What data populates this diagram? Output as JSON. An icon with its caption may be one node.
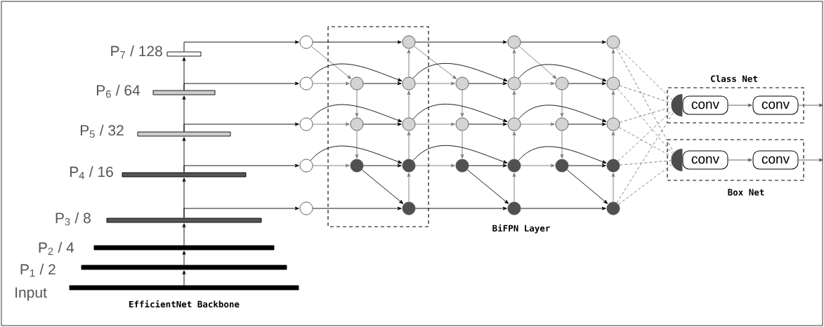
{
  "diagram": {
    "nodes": [
      {
        "text": [],
        "shape": "bar",
        "beside": [
          "Input"
        ]
      },
      {
        "text": [],
        "shape": "bar",
        "beside": [
          "P$_{1}$ / 2"
        ]
      },
      {
        "text": [],
        "shape": "bar",
        "beside": [
          "P$_{2}$ / 4"
        ]
      },
      {
        "text": [],
        "shape": "bar",
        "beside": [
          "P$_{3}$ / 8"
        ]
      },
      {
        "text": [],
        "shape": "bar",
        "beside": [
          "P$_{4}$ / 16"
        ]
      },
      {
        "text": [],
        "shape": "bar",
        "beside": [
          "P$_{5}$ / 32"
        ]
      },
      {
        "text": [],
        "shape": "bar",
        "beside": [
          "P$_{6}$ / 64"
        ]
      },
      {
        "text": [],
        "shape": "bar",
        "beside": [
          "P$_{7}$ / 128"
        ]
      },
      {
        "text": [],
        "shape": "circle"
      },
      {
        "text": [],
        "shape": "circle"
      },
      {
        "text": [],
        "shape": "circle"
      },
      {
        "text": [],
        "shape": "circle"
      },
      {
        "text": [],
        "shape": "circle"
      },
      {
        "text": [],
        "shape": "circle"
      },
      {
        "text": [],
        "shape": "circle"
      },
      {
        "text": [],
        "shape": "circle"
      },
      {
        "text": [],
        "shape": "circle"
      },
      {
        "text": [],
        "shape": "circle"
      },
      {
        "text": [],
        "shape": "circle"
      },
      {
        "text": [],
        "shape": "circle"
      },
      {
        "text": [],
        "shape": "circle"
      },
      {
        "text": [],
        "shape": "circle"
      },
      {
        "text": [],
        "shape": "circle"
      },
      {
        "text": [],
        "shape": "circle"
      },
      {
        "text": [],
        "shape": "circle"
      },
      {
        "text": [],
        "shape": "circle"
      },
      {
        "text": [],
        "shape": "circle"
      },
      {
        "text": [],
        "shape": "circle"
      },
      {
        "text": [],
        "shape": "circle"
      },
      {
        "text": [],
        "shape": "circle"
      },
      {
        "text": [],
        "shape": "circle"
      },
      {
        "text": [],
        "shape": "circle"
      },
      {
        "text": [],
        "shape": "circle"
      },
      {
        "text": [],
        "shape": "circle"
      },
      {
        "text": [],
        "shape": "circle"
      },
      {
        "text": [],
        "shape": "circle"
      },
      {
        "text": [],
        "shape": "circle"
      },
      {
        "text": [
          "Class Net"
        ]
      },
      {
        "text": [],
        "shape": "semicircle",
        "in": 37
      },
      {
        "text": [
          "conv"
        ],
        "in": 37
      },
      {
        "text": [
          "conv"
        ],
        "in": 37
      },
      {
        "text": [
          "Box Net"
        ]
      },
      {
        "text": [],
        "shape": "semicircle",
        "in": 41
      },
      {
        "text": [
          "conv"
        ],
        "in": 41
      },
      {
        "text": [
          "conv"
        ],
        "in": 41
      }
    ],
    "edges": [
      {
        "from": 0,
        "to": 1,
        "arrow": "to",
        "color": "#000000"
      },
      {
        "from": 1,
        "to": 2,
        "arrow": "to",
        "color": "#000000"
      },
      {
        "from": 2,
        "to": 3,
        "arrow": "to",
        "color": "#000000"
      },
      {
        "from": 3,
        "to": 4,
        "arrow": "to",
        "color": "#000000"
      },
      {
        "from": 4,
        "to": 5,
        "arrow": "to",
        "color": "#000000"
      },
      {
        "from": 5,
        "to": 6,
        "arrow": "to",
        "color": "#000000"
      },
      {
        "from": 6,
        "to": 7,
        "arrow": "to",
        "color": "#000000"
      },
      {
        "from": 7,
        "to": 8,
        "arrow": "to",
        "color": "#000000"
      },
      {
        "from": 6,
        "to": 9,
        "arrow": "to",
        "color": "#000000"
      },
      {
        "from": 5,
        "to": 10,
        "arrow": "to",
        "color": "#000000"
      },
      {
        "from": 4,
        "to": 11,
        "arrow": "to",
        "color": "#000000"
      },
      {
        "from": 3,
        "to": 12,
        "arrow": "to",
        "color": "#000000"
      },
      {
        "from": 8,
        "to": 13,
        "arrow": "to",
        "color": "#777777"
      },
      {
        "from": 9,
        "to": 13,
        "arrow": "to",
        "color": "#777777"
      },
      {
        "from": 10,
        "to": 14,
        "arrow": "to",
        "color": "#777777"
      },
      {
        "from": 11,
        "to": 15,
        "arrow": "to",
        "color": "#777777"
      },
      {
        "from": 13,
        "to": 14,
        "arrow": "to",
        "color": "#777777"
      },
      {
        "from": 14,
        "to": 15,
        "arrow": "to",
        "color": "#777777"
      },
      {
        "from": 20,
        "to": 19,
        "arrow": "to",
        "color": "#777777"
      },
      {
        "from": 19,
        "to": 18,
        "arrow": "to",
        "color": "#777777"
      },
      {
        "from": 18,
        "to": 17,
        "arrow": "to",
        "color": "#777777"
      },
      {
        "from": 17,
        "to": 16,
        "arrow": "to",
        "color": "#777777"
      },
      {
        "from": 8,
        "to": 16,
        "arrow": "to",
        "color": "#000000"
      },
      {
        "from": 13,
        "to": 17,
        "arrow": "to",
        "color": "#000000"
      },
      {
        "from": 14,
        "to": 18,
        "arrow": "to",
        "color": "#000000"
      },
      {
        "from": 15,
        "to": 19,
        "arrow": "to",
        "color": "#000000"
      },
      {
        "from": 15,
        "to": 20,
        "arrow": "to",
        "color": "#000000"
      },
      {
        "from": 12,
        "to": 20,
        "arrow": "to",
        "color": "#000000"
      },
      {
        "from": 9,
        "to": 17,
        "arrow": "to",
        "color": "#000000"
      },
      {
        "from": 10,
        "to": 18,
        "arrow": "to",
        "color": "#000000"
      },
      {
        "from": 11,
        "to": 19,
        "arrow": "to",
        "color": "#000000"
      },
      {
        "from": 16,
        "to": 21,
        "arrow": "to",
        "color": "#777777"
      },
      {
        "from": 17,
        "to": 21,
        "arrow": "to",
        "color": "#777777"
      },
      {
        "from": 18,
        "to": 22,
        "arrow": "to",
        "color": "#777777"
      },
      {
        "from": 19,
        "to": 23,
        "arrow": "to",
        "color": "#777777"
      },
      {
        "from": 21,
        "to": 22,
        "arrow": "to",
        "color": "#777777"
      },
      {
        "from": 22,
        "to": 23,
        "arrow": "to",
        "color": "#777777"
      },
      {
        "from": 28,
        "to": 27,
        "arrow": "to",
        "color": "#777777"
      },
      {
        "from": 27,
        "to": 26,
        "arrow": "to",
        "color": "#777777"
      },
      {
        "from": 26,
        "to": 25,
        "arrow": "to",
        "color": "#777777"
      },
      {
        "from": 25,
        "to": 24,
        "arrow": "to",
        "color": "#777777"
      },
      {
        "from": 16,
        "to": 24,
        "arrow": "to",
        "color": "#000000"
      },
      {
        "from": 21,
        "to": 25,
        "arrow": "to",
        "color": "#000000"
      },
      {
        "from": 22,
        "to": 26,
        "arrow": "to",
        "color": "#000000"
      },
      {
        "from": 23,
        "to": 27,
        "arrow": "to",
        "color": "#000000"
      },
      {
        "from": 23,
        "to": 28,
        "arrow": "to",
        "color": "#000000"
      },
      {
        "from": 20,
        "to": 28,
        "arrow": "to",
        "color": "#000000"
      },
      {
        "from": 17,
        "to": 25,
        "arrow": "to",
        "color": "#000000"
      },
      {
        "from": 18,
        "to": 26,
        "arrow": "to",
        "color": "#000000"
      },
      {
        "from": 19,
        "to": 27,
        "arrow": "to",
        "color": "#000000"
      },
      {
        "from": 24,
        "to": 29,
        "arrow": "to",
        "color": "#777777"
      },
      {
        "from": 25,
        "to": 29,
        "arrow": "to",
        "color": "#777777"
      },
      {
        "from": 26,
        "to": 30,
        "arrow": "to",
        "color": "#777777"
      },
      {
        "from": 27,
        "to": 31,
        "arrow": "to",
        "color": "#777777"
      },
      {
        "from": 29,
        "to": 30,
        "arrow": "to",
        "color": "#777777"
      },
      {
        "from": 30,
        "to": 31,
        "arrow": "to",
        "color": "#777777"
      },
      {
        "from": 36,
        "to": 35,
        "arrow": "to",
        "color": "#777777"
      },
      {
        "from": 35,
        "to": 34,
        "arrow": "to",
        "color": "#777777"
      },
      {
        "from": 34,
        "to": 33,
        "arrow": "to",
        "color": "#777777"
      },
      {
        "from": 33,
        "to": 32,
        "arrow": "to",
        "color": "#777777"
      },
      {
        "from": 24,
        "to": 32,
        "arrow": "to",
        "color": "#000000"
      },
      {
        "from": 29,
        "to": 33,
        "arrow": "to",
        "color": "#000000"
      },
      {
        "from": 30,
        "to": 34,
        "arrow": "to",
        "color": "#000000"
      },
      {
        "from": 31,
        "to": 35,
        "arrow": "to",
        "color": "#000000"
      },
      {
        "from": 31,
        "to": 36,
        "arrow": "to",
        "color": "#000000"
      },
      {
        "from": 28,
        "to": 36,
        "arrow": "to",
        "color": "#000000"
      },
      {
        "from": 25,
        "to": 33,
        "arrow": "to",
        "color": "#000000"
      },
      {
        "from": 26,
        "to": 34,
        "arrow": "to",
        "color": "#000000"
      },
      {
        "from": 27,
        "to": 35,
        "arrow": "to",
        "color": "#000000"
      },
      {
        "from": 32,
        "to": 38,
        "arrow": "none",
        "style": "dashed",
        "color": "#777777"
      },
      {
        "from": 33,
        "to": 38,
        "arrow": "none",
        "style": "dashed",
        "color": "#777777"
      },
      {
        "from": 34,
        "to": 38,
        "arrow": "none",
        "style": "dashed",
        "color": "#777777"
      },
      {
        "from": 35,
        "to": 38,
        "arrow": "none",
        "style": "dashed",
        "color": "#777777"
      },
      {
        "from": 36,
        "to": 38,
        "arrow": "none",
        "style": "dashed",
        "color": "#777777"
      },
      {
        "from": 32,
        "to": 42,
        "arrow": "none",
        "style": "dashed",
        "color": "#777777"
      },
      {
        "from": 33,
        "to": 42,
        "arrow": "none",
        "style": "dashed",
        "color": "#777777"
      },
      {
        "from": 34,
        "to": 42,
        "arrow": "none",
        "style": "dashed",
        "color": "#777777"
      },
      {
        "from": 35,
        "to": 42,
        "arrow": "none",
        "style": "dashed",
        "color": "#777777"
      },
      {
        "from": 36,
        "to": 42,
        "arrow": "none",
        "style": "dashed",
        "color": "#777777"
      },
      {
        "from": 39,
        "to": 40,
        "arrow": "to",
        "color": "#555555"
      },
      {
        "from": 40,
        "to": null,
        "arrow": "to",
        "color": "#555555"
      },
      {
        "from": 43,
        "to": 44,
        "arrow": "to",
        "color": "#555555"
      },
      {
        "from": 44,
        "to": null,
        "arrow": "to",
        "color": "#555555"
      }
    ],
    "labels": [
      "BiFPN Layer",
      "EfficientNet Backbone"
    ]
  }
}
